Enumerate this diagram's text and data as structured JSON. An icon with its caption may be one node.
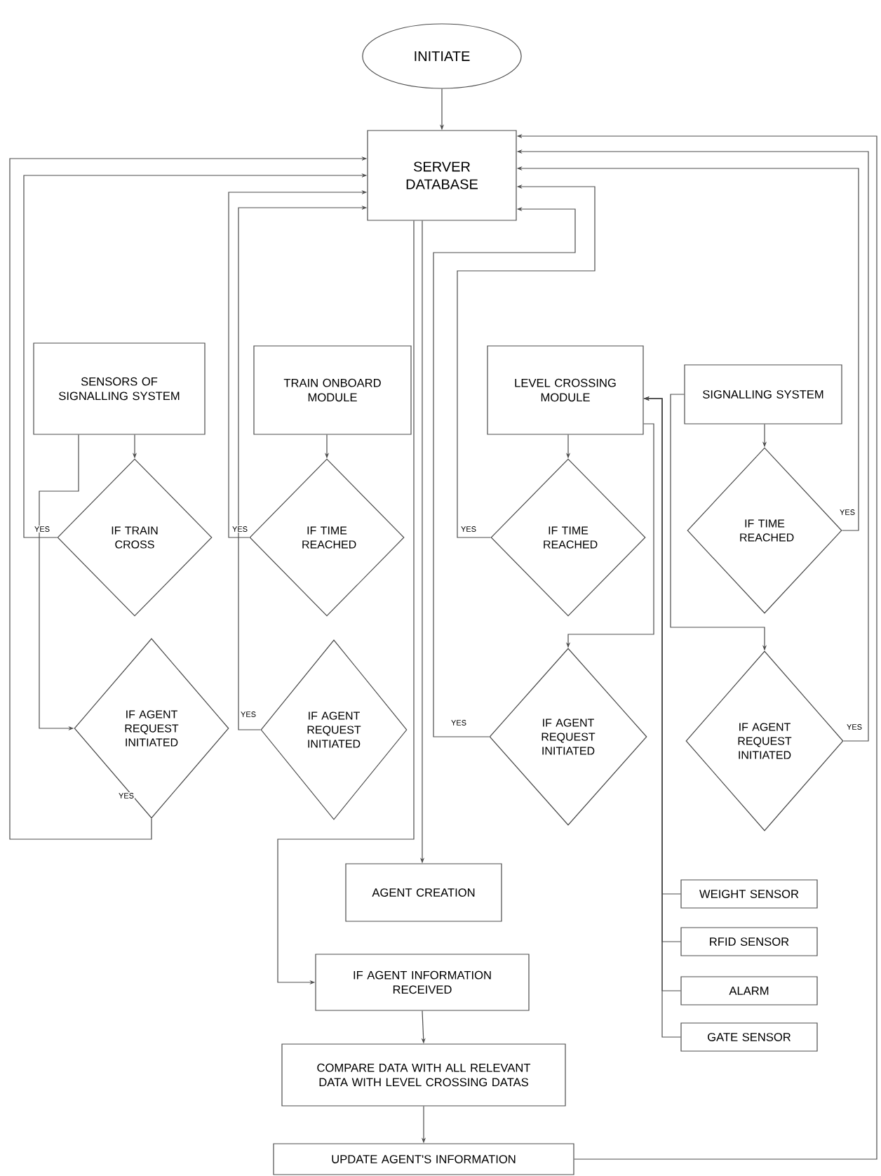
{
  "diagram": {
    "nodes": [
      {
        "text": [
          "INITIATE"
        ]
      },
      {
        "text": [
          "SERVER DATABASE"
        ]
      },
      {
        "text": [
          "SENSORS OF SIGNALLING SYSTEM"
        ]
      },
      {
        "text": [
          "TRAIN ONBOARD MODULE"
        ]
      },
      {
        "text": [
          "LEVEL CROSSING MODULE"
        ]
      },
      {
        "text": [
          "SIGNALLING SYSTEM"
        ]
      },
      {
        "text": [
          "IF TRAIN CROSS"
        ]
      },
      {
        "text": [
          "IF TIME REACHED"
        ]
      },
      {
        "text": [
          "IF TIME REACHED"
        ]
      },
      {
        "text": [
          "IF TIME REACHED"
        ]
      },
      {
        "text": [
          "IF AGENT REQUEST INITIATED"
        ]
      },
      {
        "text": [
          "IF AGENT REQUEST INITIATED"
        ]
      },
      {
        "text": [
          "IF AGENT REQUEST INITIATED"
        ]
      },
      {
        "text": [
          "IF AGENT REQUEST INITIATED"
        ]
      },
      {
        "text": [
          "AGENT CREATION"
        ]
      },
      {
        "text": [
          "IF AGENT INFORMATION RECEIVED"
        ]
      },
      {
        "text": [
          "COMPARE DATA WITH ALL RELEVANT DATA WITH LEVEL CROSSING DATAS"
        ]
      },
      {
        "text": [
          "UPDATE AGENT'S INFORMATION"
        ]
      },
      {
        "text": [
          "WEIGHT SENSOR"
        ]
      },
      {
        "text": [
          "RFID SENSOR"
        ]
      },
      {
        "text": [
          "ALARM"
        ]
      },
      {
        "text": [
          "GATE SENSOR"
        ]
      }
    ],
    "edges": [
      {
        "from": 0,
        "to": 1,
        "arrow": "to"
      },
      {
        "from": 2,
        "to": 6,
        "arrow": "to"
      },
      {
        "from": 3,
        "to": 7,
        "arrow": "to"
      },
      {
        "from": 4,
        "to": 8,
        "arrow": "to"
      },
      {
        "from": 5,
        "to": 9,
        "arrow": "to"
      },
      {
        "from": 6,
        "to": 1,
        "arrow": "to",
        "label": "YES"
      },
      {
        "from": 7,
        "to": 1,
        "arrow": "to",
        "label": "YES"
      },
      {
        "from": 8,
        "to": 1,
        "arrow": "to",
        "label": "YES"
      },
      {
        "from": 9,
        "to": 1,
        "arrow": "to",
        "label": "YES"
      },
      {
        "from": 2,
        "to": 10,
        "arrow": "to"
      },
      {
        "from": 10,
        "to": 1,
        "arrow": "to",
        "label": "YES"
      },
      {
        "from": 11,
        "to": 1,
        "arrow": "to",
        "label": "YES"
      },
      {
        "from": 4,
        "to": 12,
        "arrow": "to"
      },
      {
        "from": 12,
        "to": 1,
        "arrow": "to",
        "label": "YES"
      },
      {
        "from": 5,
        "to": 13,
        "arrow": "to"
      },
      {
        "from": 13,
        "to": 1,
        "arrow": "to",
        "label": "YES"
      },
      {
        "from": 1,
        "to": 14,
        "arrow": "to"
      },
      {
        "from": 1,
        "to": 15,
        "arrow": "to"
      },
      {
        "from": 15,
        "to": 16,
        "arrow": "to"
      },
      {
        "from": 16,
        "to": 17,
        "arrow": "to"
      },
      {
        "from": 17,
        "to": 1,
        "arrow": "to"
      },
      {
        "from": 18,
        "to": 4,
        "arrow": "to"
      },
      {
        "from": 19,
        "to": 4,
        "arrow": "to"
      },
      {
        "from": 20,
        "to": 4,
        "arrow": "to"
      },
      {
        "from": 21,
        "to": 4,
        "arrow": "to"
      }
    ]
  }
}
